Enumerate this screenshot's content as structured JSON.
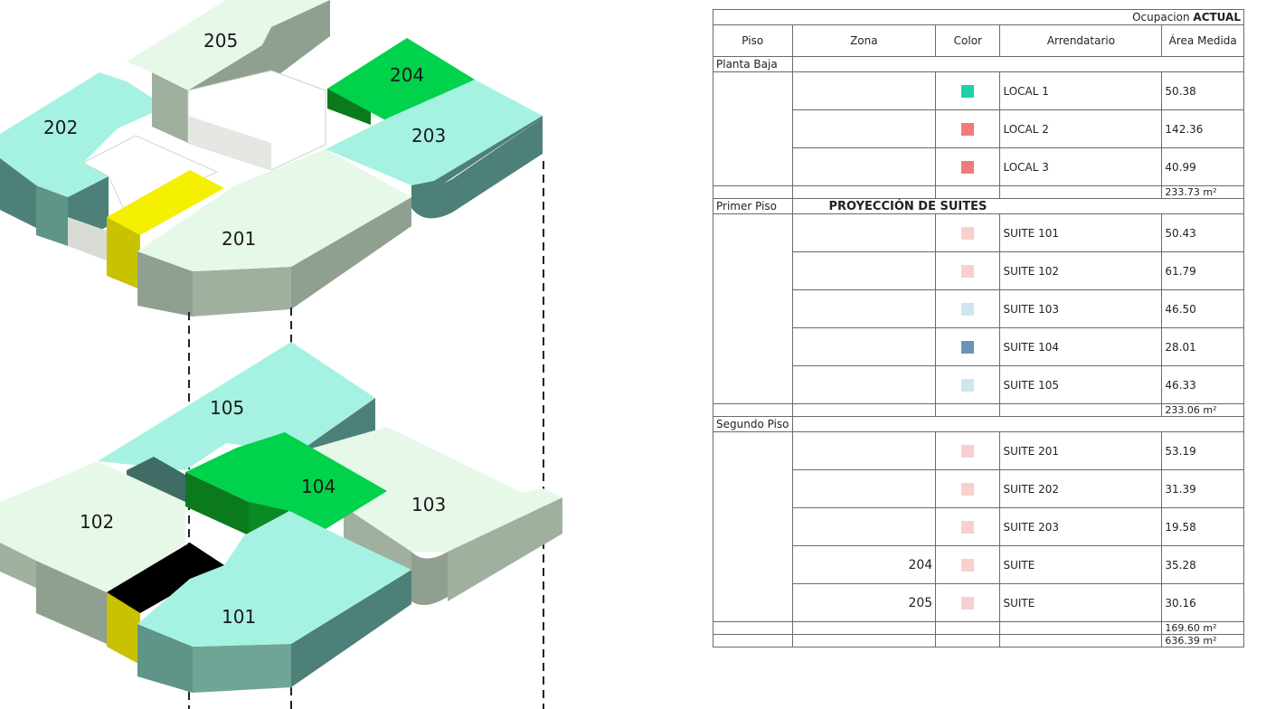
{
  "diagram": {
    "upper_floor_labels": [
      "205",
      "204",
      "202",
      "203",
      "201"
    ],
    "lower_floor_labels": [
      "105",
      "104",
      "103",
      "102",
      "101"
    ],
    "colors": {
      "mint": "#a6f2e2",
      "mint_dark": "#4d8078",
      "pale_green": "#e6f8e8",
      "pale_green_side": "#9fb09f",
      "green": "#00d24c",
      "green_dark": "#0a7a1c",
      "yellow": "#f5ef00",
      "yellow_dark": "#c9c200",
      "black": "#000000",
      "white_floor": "#ffffff"
    }
  },
  "table": {
    "title_prefix": "Ocupacion",
    "title_emphasis": "ACTUAL",
    "headers": [
      "Piso",
      "Zona",
      "Color",
      "Arrendatario",
      "Área Medida"
    ],
    "sections": [
      {
        "piso": "Planta Baja",
        "heading": "",
        "rows": [
          {
            "zona": "",
            "color": "#1fd1a8",
            "arrendatario": "LOCAL 1",
            "area": "50.38"
          },
          {
            "zona": "",
            "color": "#f17a7a",
            "arrendatario": "LOCAL 2",
            "area": "142.36"
          },
          {
            "zona": "",
            "color": "#f17a7a",
            "arrendatario": "LOCAL 3",
            "area": "40.99"
          }
        ],
        "total": "233.73 m²"
      },
      {
        "piso": "Primer Piso",
        "heading": "PROYECCIÓN DE SUITES",
        "rows": [
          {
            "zona": "",
            "color": "#f8d0d0",
            "arrendatario": "SUITE 101",
            "area": "50.43"
          },
          {
            "zona": "",
            "color": "#f8d0d0",
            "arrendatario": "SUITE 102",
            "area": "61.79"
          },
          {
            "zona": "",
            "color": "#cfe6ee",
            "arrendatario": "SUITE 103",
            "area": "46.50"
          },
          {
            "zona": "",
            "color": "#6b93b8",
            "arrendatario": "SUITE 104",
            "area": "28.01"
          },
          {
            "zona": "",
            "color": "#cfe6ee",
            "arrendatario": "SUITE 105",
            "area": "46.33"
          }
        ],
        "total": "233.06 m²"
      },
      {
        "piso": "Segundo Piso",
        "heading": "",
        "rows": [
          {
            "zona": "",
            "color": "#f8d0d0",
            "arrendatario": "SUITE 201",
            "area": "53.19"
          },
          {
            "zona": "",
            "color": "#f8d0d0",
            "arrendatario": "SUITE 202",
            "area": "31.39"
          },
          {
            "zona": "",
            "color": "#f8d0d0",
            "arrendatario": "SUITE 203",
            "area": "19.58"
          },
          {
            "zona": "204",
            "color": "#f8d0d0",
            "arrendatario": "SUITE",
            "area": "35.28"
          },
          {
            "zona": "205",
            "color": "#f8d0d0",
            "arrendatario": "SUITE",
            "area": "30.16"
          }
        ],
        "total": "169.60 m²"
      }
    ],
    "grand_total": "636.39 m²"
  }
}
